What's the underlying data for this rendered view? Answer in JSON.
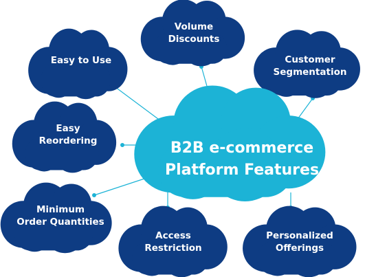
{
  "center": {
    "lines": [
      "B2B e-commerce",
      "Platform Features"
    ]
  },
  "features": [
    {
      "id": "easy-to-use",
      "lines": [
        "Easy to Use"
      ]
    },
    {
      "id": "volume-discounts",
      "lines": [
        "Volume",
        "Discounts"
      ]
    },
    {
      "id": "customer-segmentation",
      "lines": [
        "Customer",
        "Segmentation"
      ]
    },
    {
      "id": "easy-reordering",
      "lines": [
        "Easy",
        "Reordering"
      ]
    },
    {
      "id": "minimum-order-quantities",
      "lines": [
        "Minimum",
        "Order Quantities"
      ]
    },
    {
      "id": "access-restriction",
      "lines": [
        "Access",
        "Restriction"
      ]
    },
    {
      "id": "personalized-offerings",
      "lines": [
        "Personalized",
        "Offerings"
      ]
    }
  ],
  "colors": {
    "center_fill": "#1cb3d6",
    "feature_fill": "#0e3c83",
    "connector": "#1cb3d6",
    "text": "#ffffff"
  }
}
